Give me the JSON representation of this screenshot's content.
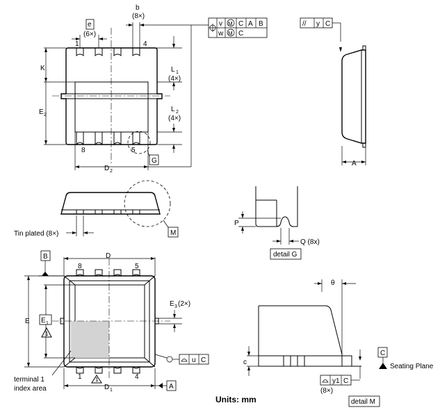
{
  "labels": {
    "b": "b",
    "b_count": "(8×)",
    "e": "e",
    "e_count": "(6×)",
    "pin1_top": "1",
    "pin4_top": "4",
    "pin8_top": "8",
    "pin5_top": "5",
    "K": "K",
    "E2": "E",
    "E2_sub": "2",
    "L1": "L",
    "L1_sub": "1",
    "L1_count": "(4×)",
    "L2": "L",
    "L2_sub": "2",
    "L2_count": "(4×)",
    "D2": "D",
    "D2_sub": "2",
    "G_box": "G",
    "A": "A",
    "tin_plated": "Tin plated (8×)",
    "M_box": "M",
    "P": "P",
    "Q": "Q (8x)",
    "detail_G": "detail G",
    "B_box": "B",
    "D": "D",
    "pin8_bottom": "8",
    "pin5_bottom": "5",
    "pin1_bottom": "1",
    "pin4_bottom": "4",
    "E": "E",
    "E1": "E",
    "E1_sub": "1",
    "E3": "E",
    "E3_sub": "3",
    "E3_count": "(2×)",
    "tri_note": "1",
    "terminal_note_line1": "terminal 1",
    "terminal_note_line2": "index area",
    "D1": "D",
    "D1_sub": "1",
    "A_box": "A",
    "flat_u": "u",
    "flat_C": "C",
    "theta": "θ",
    "c": "c",
    "C_box": "C",
    "seating": "Seating Plane",
    "y1": "y1",
    "y1_C": "C",
    "y1_count": "(8×)",
    "detail_M": "detail M",
    "units": "Units: mm"
  },
  "fcf": {
    "row1": [
      "v",
      "M",
      "C",
      "A",
      "B"
    ],
    "row2": [
      "w",
      "M",
      "C"
    ]
  },
  "parallel": [
    "//",
    "y",
    "C"
  ]
}
